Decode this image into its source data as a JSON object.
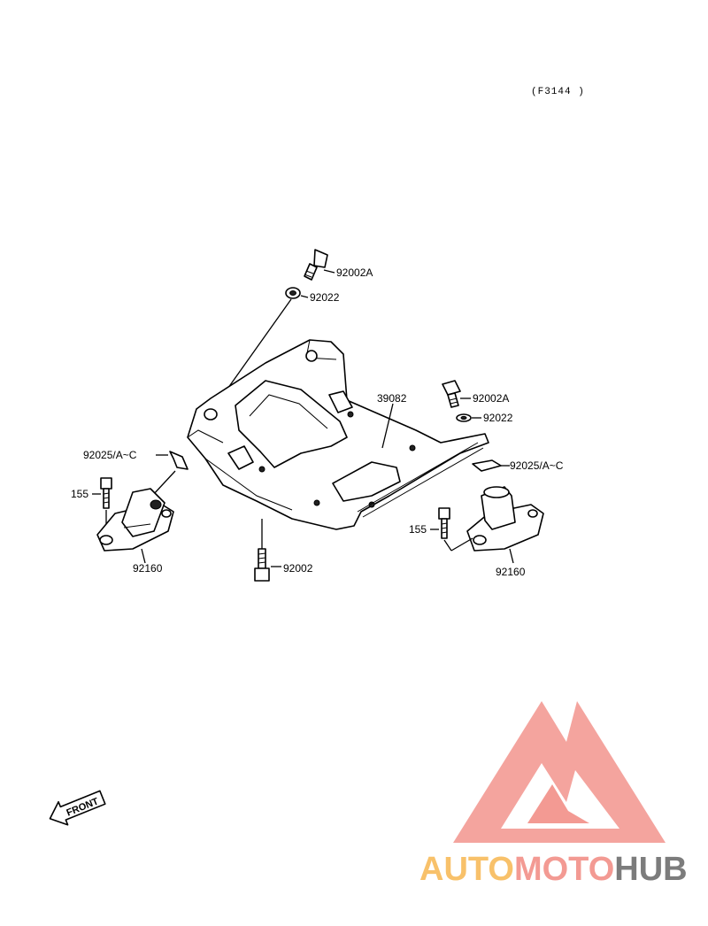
{
  "diagram_code": "(F3144 )",
  "parts": {
    "bolt_top": "92002A",
    "washer_top": "92022",
    "bracket": "39082",
    "bolt_right": "92002A",
    "washer_right": "92022",
    "clip_left": "92025/A~C",
    "clip_right": "92025/A~C",
    "screw_left": "155",
    "screw_right": "155",
    "mount_left": "92160",
    "mount_right": "92160",
    "bolt_bottom": "92002"
  },
  "front_arrow": "FRONT",
  "watermark": {
    "part1": "AUTO",
    "part2": "MOTO",
    "part3": "HUB",
    "color1": "#f8c16a",
    "color2": "#f39a93",
    "color3": "#7c7c7c"
  }
}
